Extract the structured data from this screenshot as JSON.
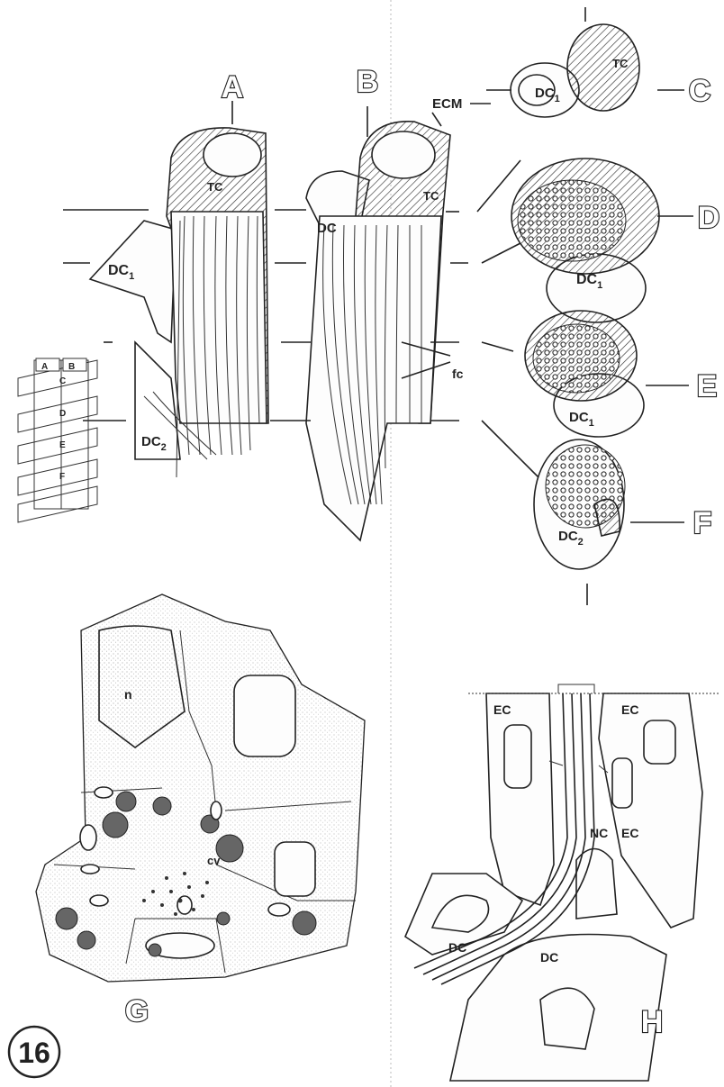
{
  "figure_number": "16",
  "panels": {
    "A": "A",
    "B": "B",
    "C": "C",
    "D": "D",
    "E": "E",
    "F": "F",
    "G": "G",
    "H": "H"
  },
  "labels": {
    "tc": "TC",
    "dc": "DC",
    "dc_sub1": "1",
    "dc_sub2": "2",
    "ecm": "ECM",
    "fc": "fc",
    "ec": "EC",
    "nc": "NC",
    "n": "n",
    "cv": "cv"
  },
  "inset_labels": [
    "A",
    "B",
    "C",
    "D",
    "E",
    "F"
  ]
}
